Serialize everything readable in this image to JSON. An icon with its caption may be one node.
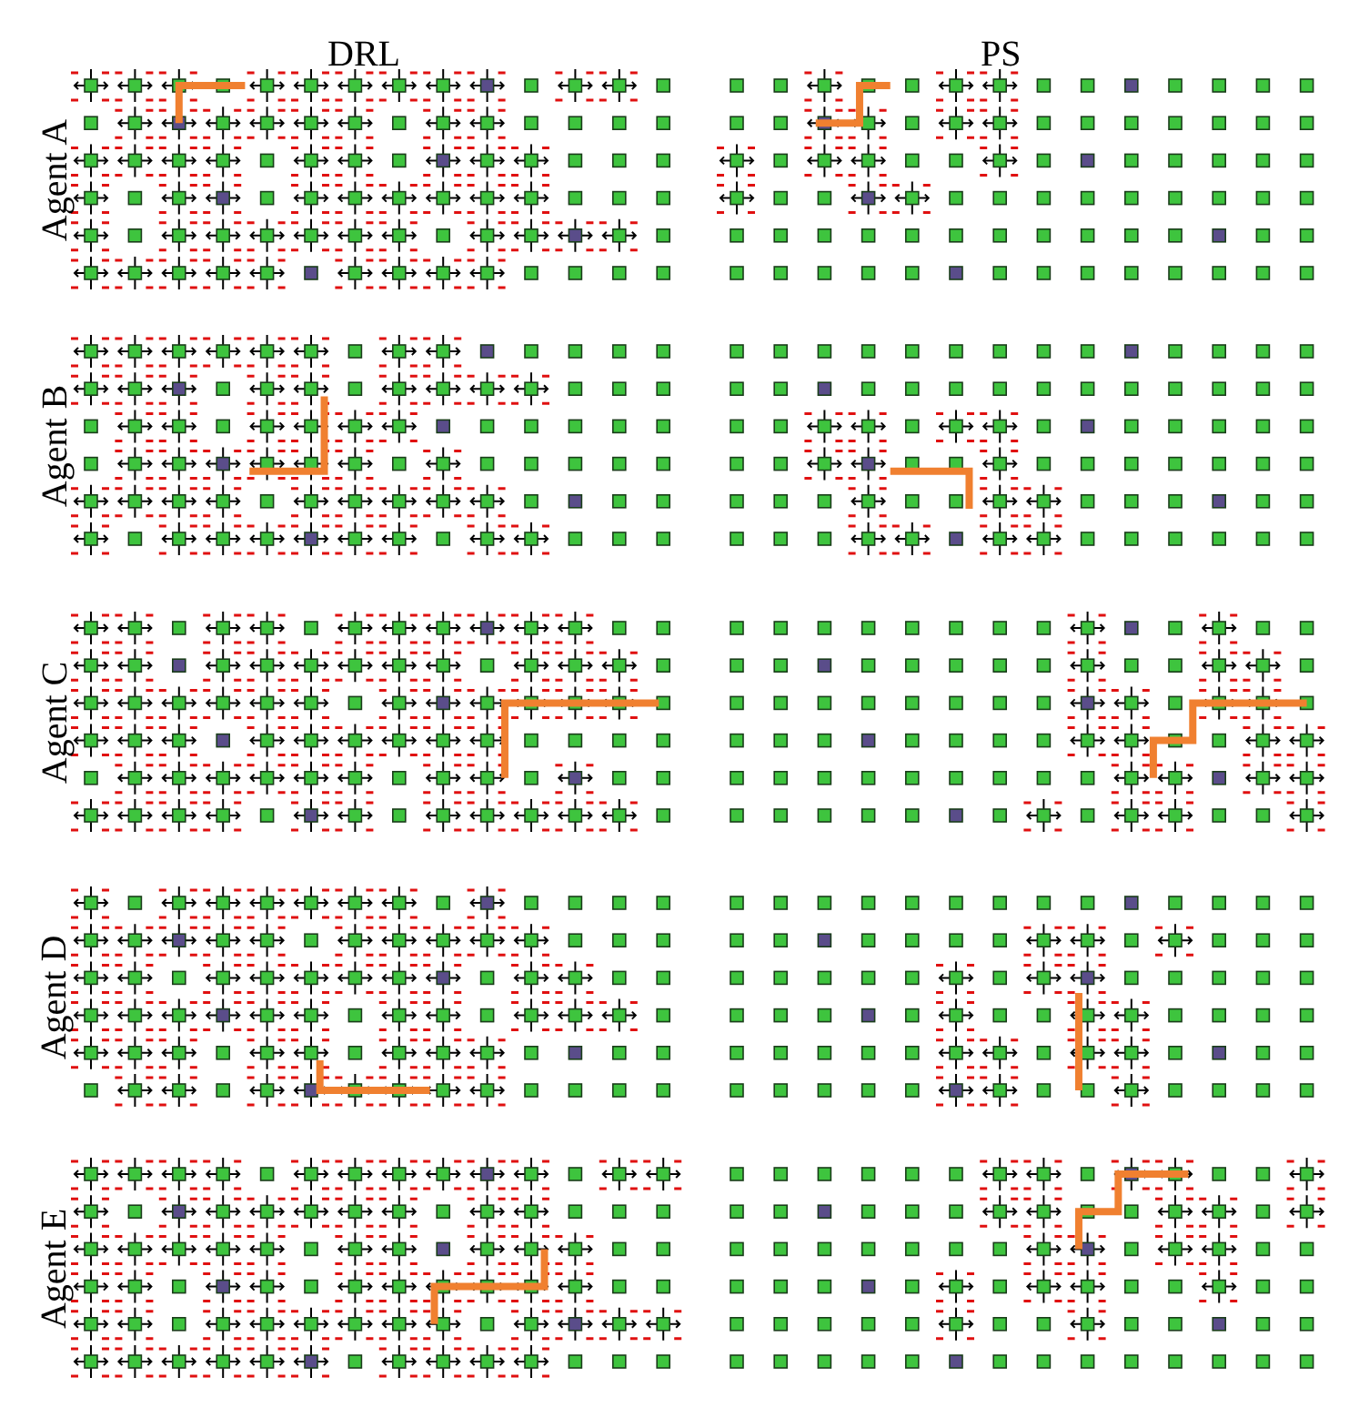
{
  "diagram": {
    "labels": [
      "DRL",
      "PS",
      "Agent A",
      "Agent B",
      "Agent C",
      "Agent D",
      "Agent E"
    ]
  }
}
